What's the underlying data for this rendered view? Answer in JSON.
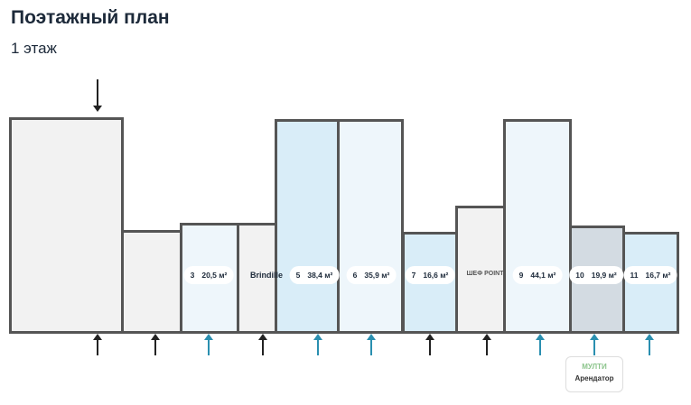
{
  "header": {
    "title": "Поэтажный план",
    "floor": "1 этаж"
  },
  "units": [
    {
      "num": "3",
      "area": "20,5 м²"
    },
    {
      "brand": "Brindille"
    },
    {
      "num": "5",
      "area": "38,4 м²"
    },
    {
      "num": "6",
      "area": "35,9 м²"
    },
    {
      "num": "7",
      "area": "16,6 м²"
    },
    {
      "brand": "ШЕФ POINT"
    },
    {
      "num": "9",
      "area": "44,1 м²"
    },
    {
      "num": "10",
      "area": "19,9 м²"
    },
    {
      "num": "11",
      "area": "16,7 м²"
    }
  ],
  "watermark": {
    "line1": "МУЛТИ",
    "line2": "Арендатор"
  },
  "colors": {
    "available": "#d9edf8",
    "occupied": "#f2f2f2",
    "entrance_available": "#2a8fb0"
  }
}
